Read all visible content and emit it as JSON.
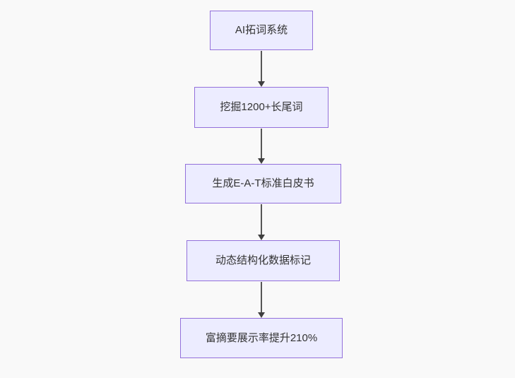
{
  "page": {
    "background": "#f9f9f9"
  },
  "diagram": {
    "type": "flowchart",
    "direction": "top-down",
    "node_fill": "#ECECFF",
    "node_border": "#9370DB",
    "arrow_color": "#3f3f3f",
    "text_color": "#333333",
    "nodes": [
      {
        "label": "AI拓词系统"
      },
      {
        "label": "挖掘1200+长尾词"
      },
      {
        "label": "生成E-A-T标准白皮书"
      },
      {
        "label": "动态结构化数据标记"
      },
      {
        "label": "富摘要展示率提升210%"
      }
    ],
    "edges": [
      {
        "from": 0,
        "to": 1
      },
      {
        "from": 1,
        "to": 2
      },
      {
        "from": 2,
        "to": 3
      },
      {
        "from": 3,
        "to": 4
      }
    ]
  }
}
